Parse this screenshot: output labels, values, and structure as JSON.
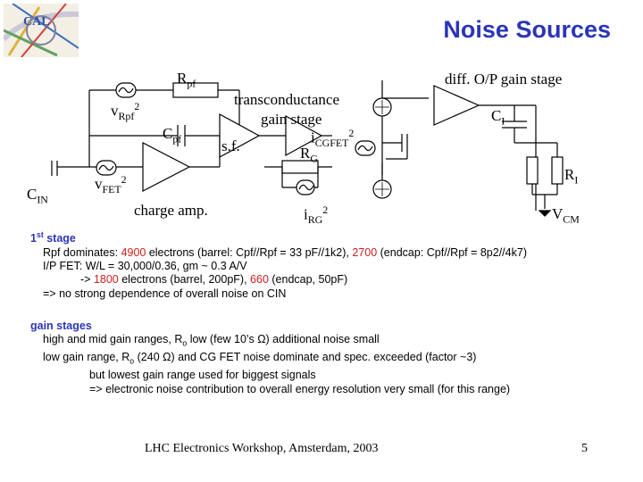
{
  "title": "Noise Sources",
  "schematic": {
    "rpf": "R",
    "rpf_sub": "pf",
    "vrpf": "v",
    "vrpf_sub": "Rpf",
    "vrpf_sup": "2",
    "cpf": "C",
    "cpf_sub": "pf",
    "cin": "C",
    "cin_sub": "IN",
    "vfet": "v",
    "vfet_sub": "FET",
    "vfet_sup": "2",
    "charge_amp": "charge amp.",
    "sf": "s.f.",
    "transconductance_1": "transconductance",
    "transconductance_2": "gain stage",
    "icgfet": "i",
    "icgfet_sub": "CGFET",
    "icgfet_sup": "2",
    "rg": "R",
    "rg_sub": "G",
    "irg": "i",
    "irg_sub": "RG",
    "irg_sup": "2",
    "diff_stage": "diff. O/P gain stage",
    "ci": "C",
    "ci_sub": "I",
    "ri": "R",
    "ri_sub": "I",
    "vcm": "V",
    "vcm_sub": "CM"
  },
  "section1": {
    "heading": "1",
    "heading_sup": "st",
    "heading_rest": " stage",
    "line1_a": "Rpf dominates: ",
    "line1_b": "4900",
    "line1_c": " electrons (barrel: Cpf//Rpf = 33 pF//1k2),  ",
    "line1_d": "2700",
    "line1_e": "  (endcap: Cpf//Rpf = 8p2//4k7)",
    "line2": "I/P FET: W/L = 30,000/0.36, gm ~ 0.3 A/V",
    "line3_a": "-> ",
    "line3_b": "1800",
    "line3_c": " electrons (barrel, 200pF), ",
    "line3_d": "660",
    "line3_e": " (endcap, 50pF)",
    "line4": "=> no strong dependence of overall noise on CIN"
  },
  "section2": {
    "heading": "gain stages",
    "line1_a": "high and mid gain ranges, R",
    "line1_sub": "o",
    "line1_b": " low (few 10’s Ω) additional noise small",
    "line2_a": "low gain range, R",
    "line2_sub": "o",
    "line2_b": " (240 Ω) and CG FET noise dominate and spec. exceeded (factor ~3)",
    "line3": "but lowest gain range used for biggest signals",
    "line4": "=> electronic noise contribution to overall energy resolution very small (for this range)"
  },
  "footer": {
    "workshop": "LHC Electronics Workshop, Amsterdam, 2003",
    "page_number": "5"
  },
  "logo": {
    "text": "CAL"
  }
}
